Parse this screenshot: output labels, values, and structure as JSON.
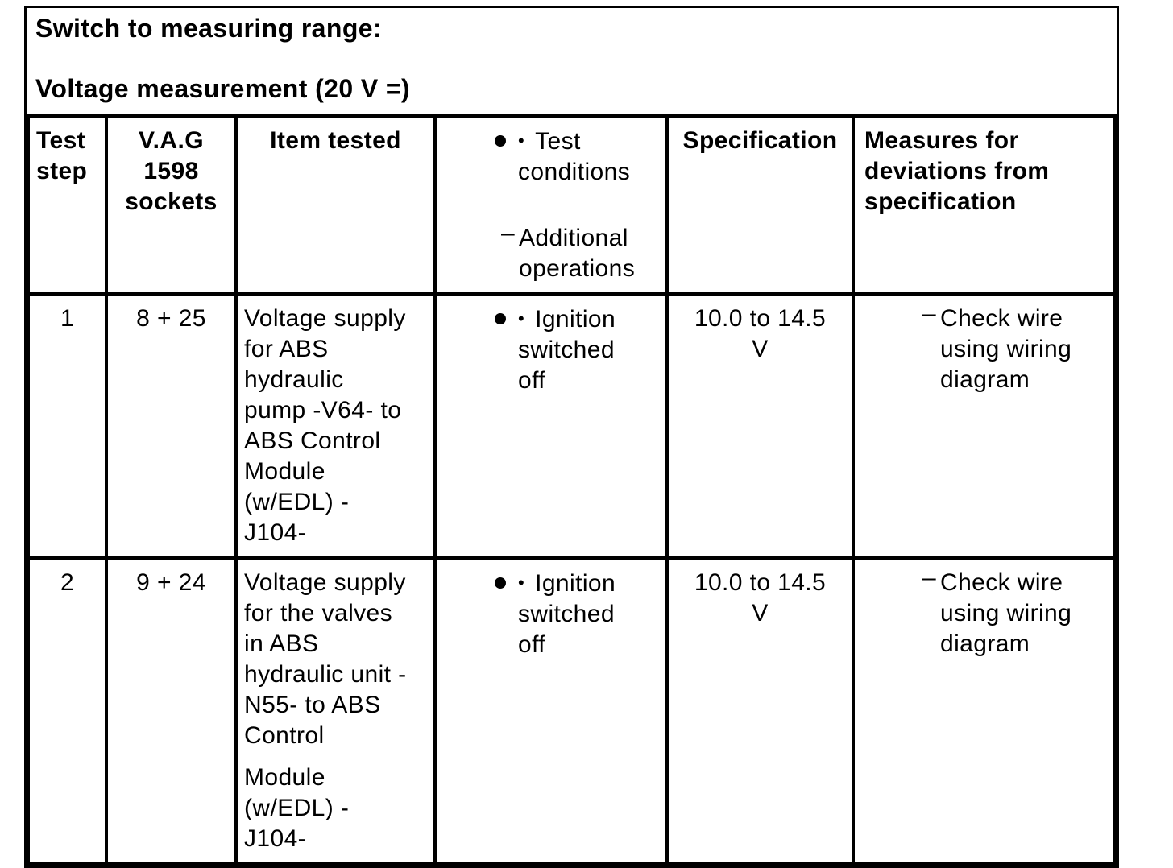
{
  "doc": {
    "title": {
      "line1": "Switch to measuring range:",
      "line2": "Voltage measurement (20 V =)"
    },
    "table": {
      "header": {
        "test_step": "Test\nstep",
        "sockets": "V.A.G\n1598\nsockets",
        "item_tested": "Item tested",
        "conditions": {
          "small_bullet": "•",
          "bullet_text": "Test\nconditions",
          "dash": "–",
          "dash_text": "Additional\noperations"
        },
        "specification": "Specification",
        "measures": "Measures for\ndeviations from\nspecification"
      },
      "rows": [
        {
          "test_step": "1",
          "sockets": "8 + 25",
          "item_tested": "Voltage supply\nfor ABS\nhydraulic\npump -V64- to\nABS Control\nModule\n(w/EDL) -\nJ104-",
          "condition_bullet": "•",
          "condition_text": "Ignition\nswitched\noff",
          "specification": "10.0 to 14.5\nV",
          "measure_dash": "–",
          "measure_text": "Check wire\nusing wiring\ndiagram"
        },
        {
          "test_step": "2",
          "sockets": "9 + 24",
          "item_tested": "Voltage supply\nfor the valves\nin ABS\nhydraulic unit -\nN55- to ABS\nControl",
          "item_tested_extra": "Module\n(w/EDL) -\nJ104-",
          "condition_bullet": "•",
          "condition_text": "Ignition\nswitched\noff",
          "specification": "10.0 to 14.5\nV",
          "measure_dash": "–",
          "measure_text": "Check wire\nusing wiring\ndiagram"
        }
      ]
    }
  }
}
